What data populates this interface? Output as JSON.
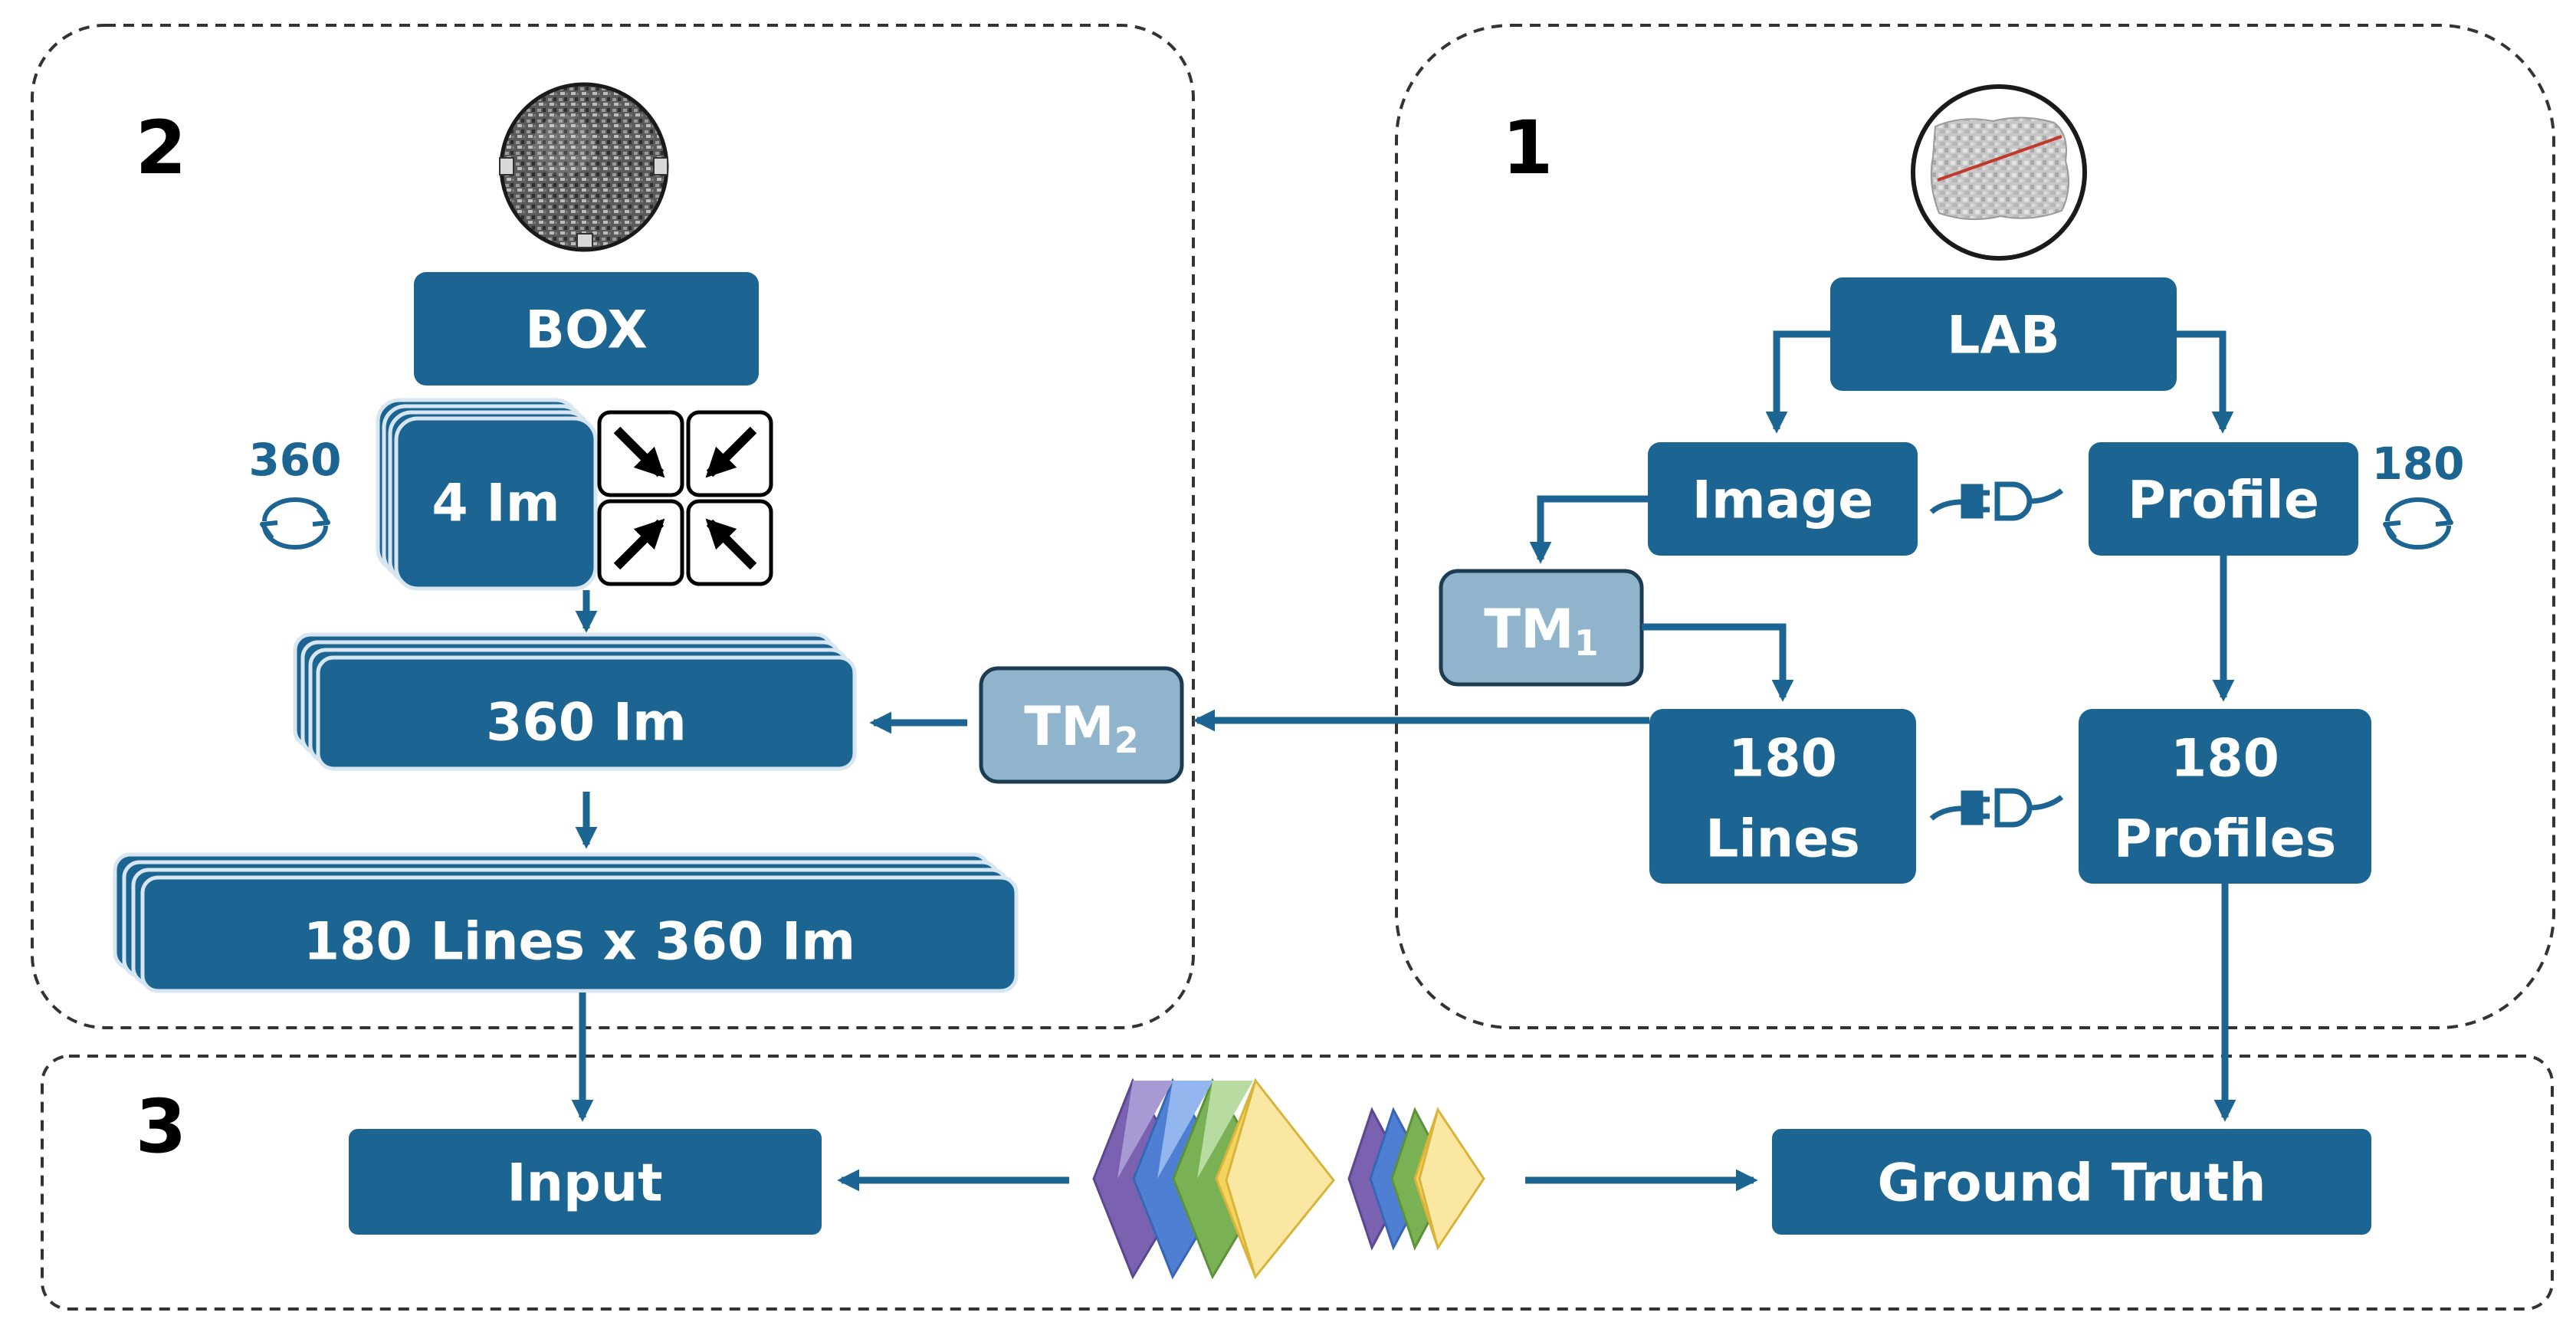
{
  "colors": {
    "box": "#1c6592",
    "tm_box": "#8fb4cb",
    "tm_border": "#1d3c52",
    "arrow": "#1c6592",
    "stack_light": "#d7e6f1",
    "dashed": "#333333"
  },
  "regions": {
    "r1": "1",
    "r2": "2",
    "r3": "3"
  },
  "boxes": {
    "box": "BOX",
    "four_im": "4 Im",
    "im360": "360 Im",
    "lines_x_im": "180 Lines x 360 Im",
    "tm2_main": "TM",
    "tm2_sub": "2",
    "lab": "LAB",
    "image": "Image",
    "profile": "Profile",
    "tm1_main": "TM",
    "tm1_sub": "1",
    "lines180_a": "180",
    "lines180_b": "Lines",
    "profiles180_a": "180",
    "profiles180_b": "Profiles",
    "input": "Input",
    "ground_truth": "Ground Truth"
  },
  "rotations": {
    "left": "360",
    "right": "180"
  },
  "icons": {
    "sample_disc": "circular-sample-image",
    "scan_surface": "surface-scan-image",
    "compress": "compress-arrows-icon",
    "plug_top": "plug-connector-icon",
    "plug_mid": "plug-connector-icon",
    "rotate_left": "rotate-icon",
    "rotate_right": "rotate-icon",
    "network": "neural-network-layers-icon"
  }
}
